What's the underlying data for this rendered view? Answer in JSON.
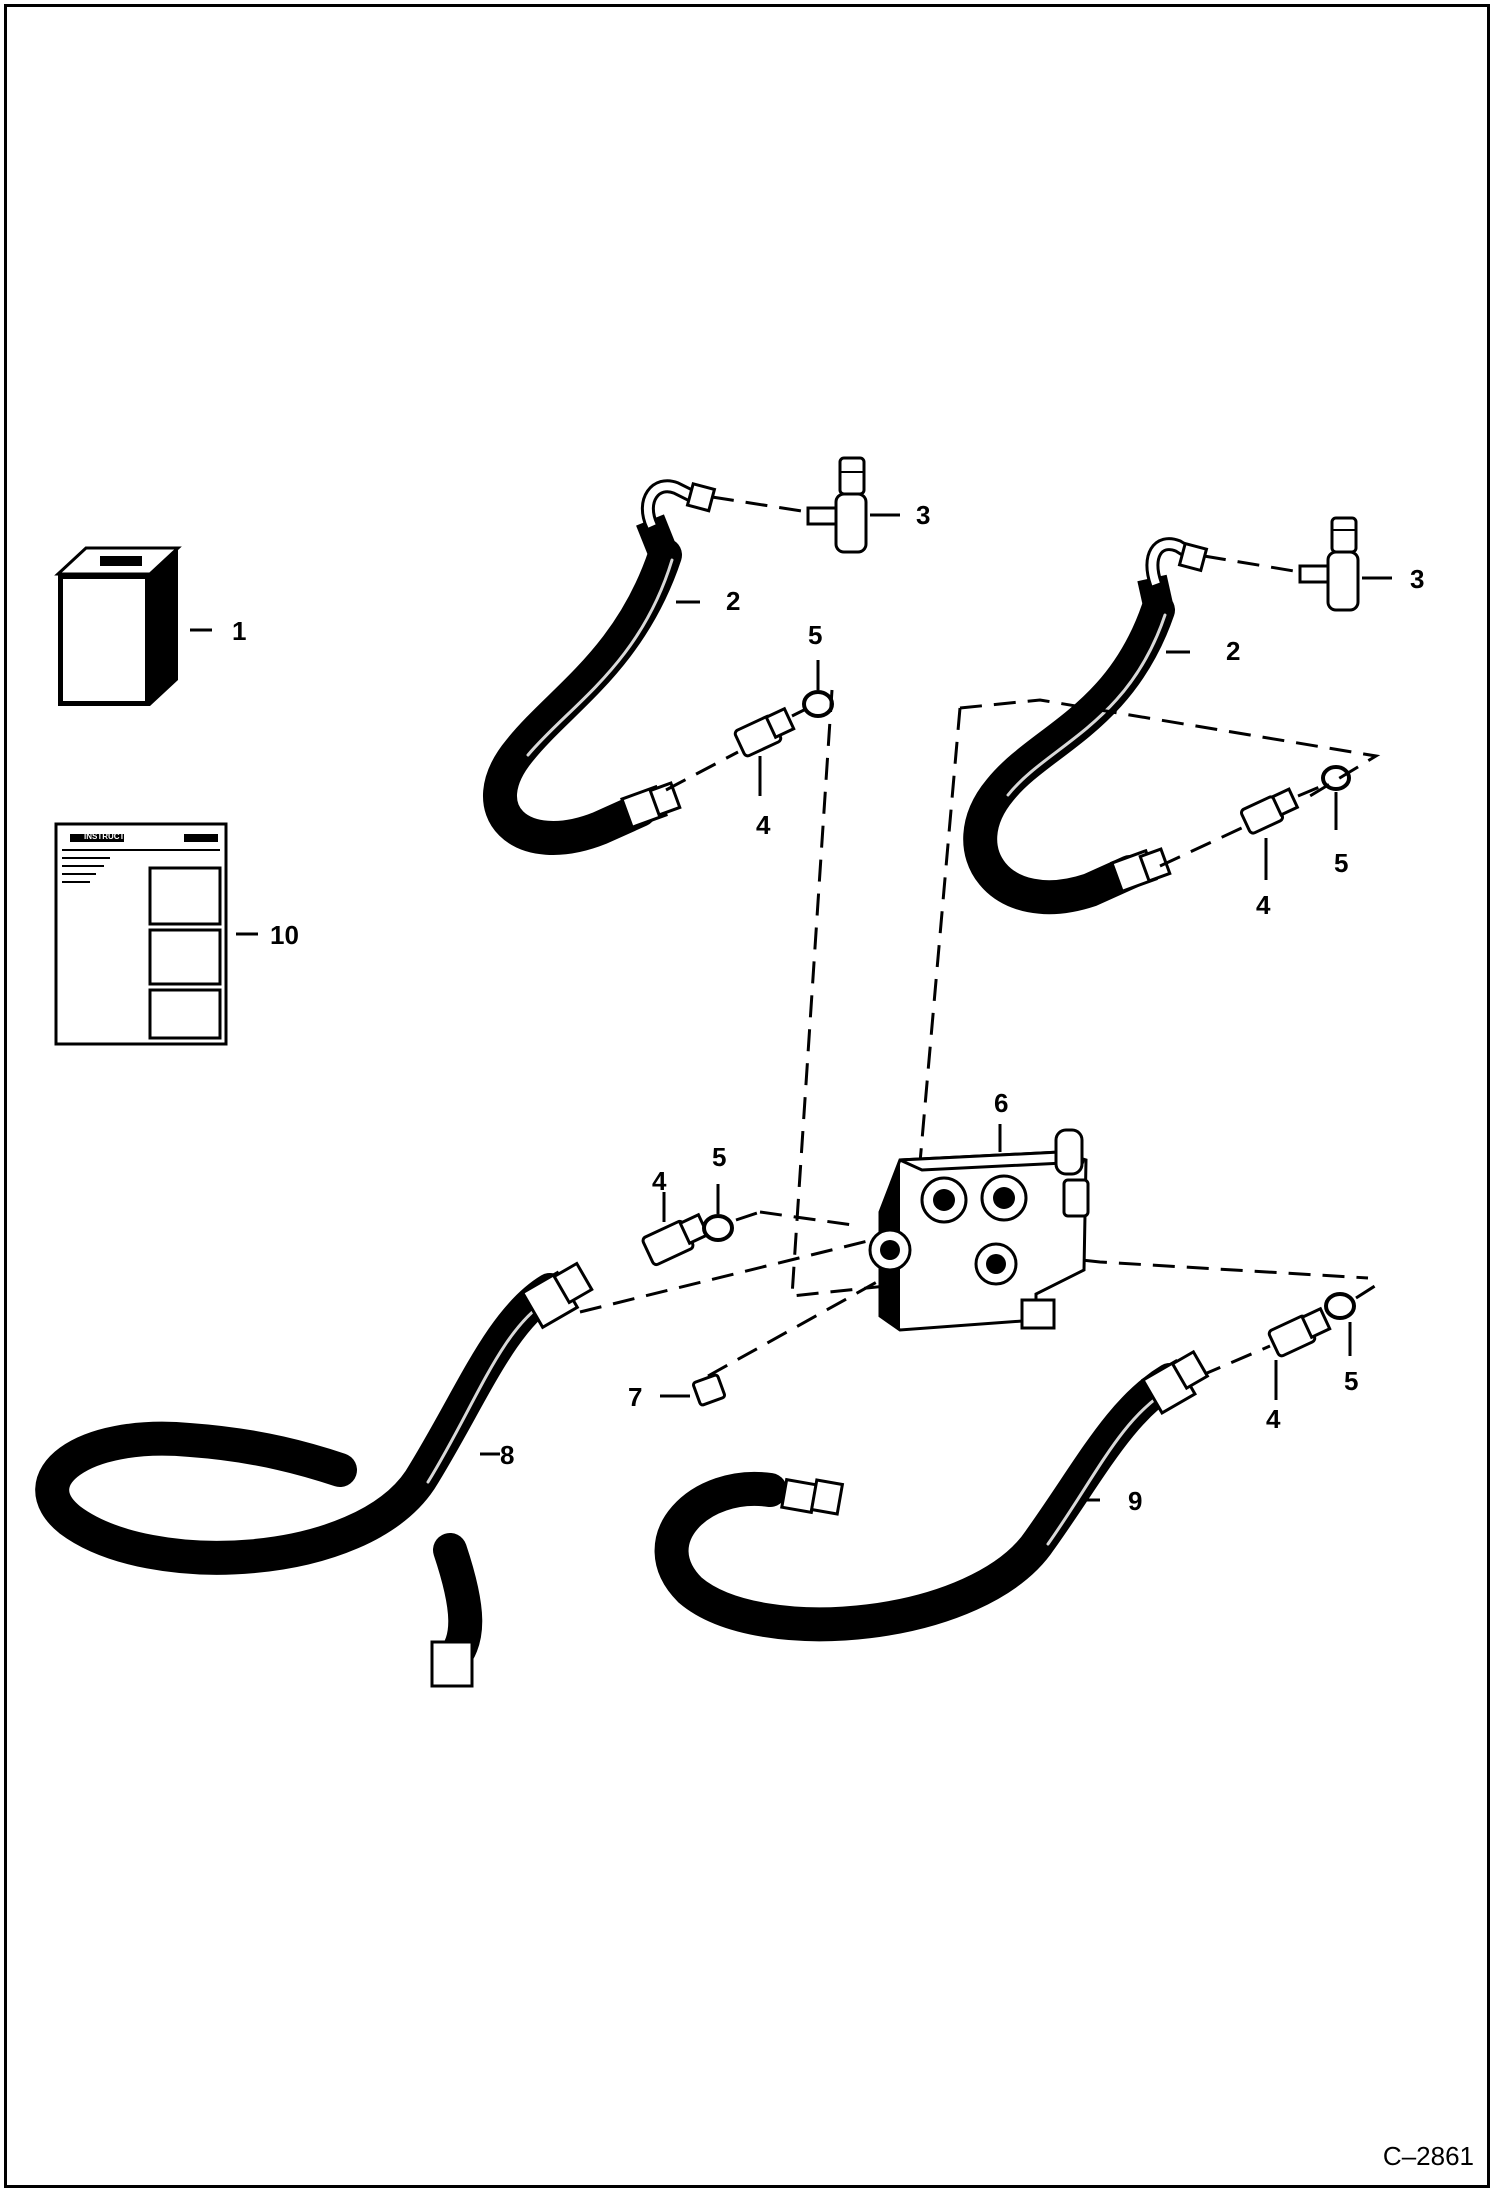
{
  "figure_id": "C–2861",
  "callouts": {
    "c1": "1",
    "c2a": "2",
    "c2b": "2",
    "c3a": "3",
    "c3b": "3",
    "c4a": "4",
    "c4b": "4",
    "c4c": "4",
    "c4d": "4",
    "c5a": "5",
    "c5b": "5",
    "c5c": "5",
    "c5d": "5",
    "c6": "6",
    "c7": "7",
    "c8": "8",
    "c9": "9",
    "c10": "10"
  },
  "sheet_heading": "INSTRUCTIONS"
}
